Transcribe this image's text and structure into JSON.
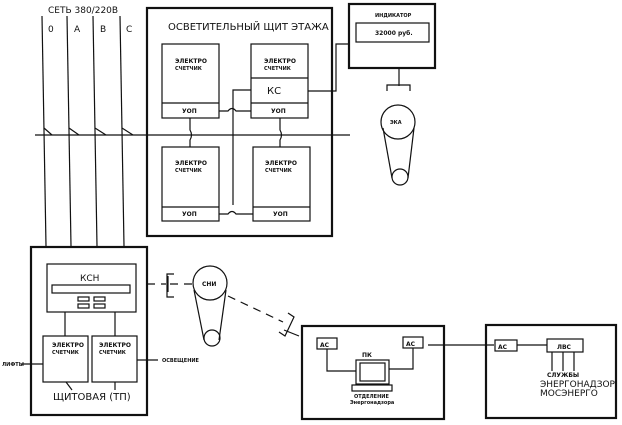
{
  "network": {
    "title": "СЕТЬ 380/220В",
    "phases": [
      "0",
      "A",
      "B",
      "C"
    ]
  },
  "floor_panel": {
    "title": "ОСВЕТИТЕЛЬНЫЙ ЩИТ ЭТАЖА",
    "meters": [
      {
        "line1": "ЭЛЕКТРО",
        "line2": "СЧЕТЧИК",
        "footer": "УОП"
      },
      {
        "line1": "ЭЛЕКТРО",
        "line2": "СЧЕТЧИК",
        "footer": "УОП",
        "module": "КС"
      },
      {
        "line1": "ЭЛЕКТРО",
        "line2": "СЧЕТЧИК",
        "footer": "УОП"
      },
      {
        "line1": "ЭЛЕКТРО",
        "line2": "СЧЕТЧИК",
        "footer": "УОП"
      }
    ]
  },
  "indicator": {
    "title": "ИНДИКАТОР",
    "value": "32000 руб."
  },
  "eka": {
    "label": "ЭКА"
  },
  "switchboard": {
    "title": "ЩИТОВАЯ (ТП)",
    "ksn_label": "КСН",
    "meters": [
      {
        "line1": "ЭЛЕКТРО",
        "line2": "СЧЕТЧИК"
      },
      {
        "line1": "ЭЛЕКТРО",
        "line2": "СЧЕТЧИК"
      }
    ],
    "left_label": "ЛИФТЫ",
    "right_label": "ОСВЕЩЕНИЕ"
  },
  "sni": {
    "label": "СНИ"
  },
  "office": {
    "as_left": "АС",
    "as_right": "АС",
    "pc_label": "ПК",
    "caption_line1": "ОТДЕЛЕНИЕ",
    "caption_line2": "Энергонадзора"
  },
  "services": {
    "as_label": "АС",
    "lan_label": "ЛВС",
    "line1": "СЛУЖБЫ",
    "line2": "ЭНЕРГОНАДЗОР",
    "line3": "МОСЭНЕРГО"
  }
}
